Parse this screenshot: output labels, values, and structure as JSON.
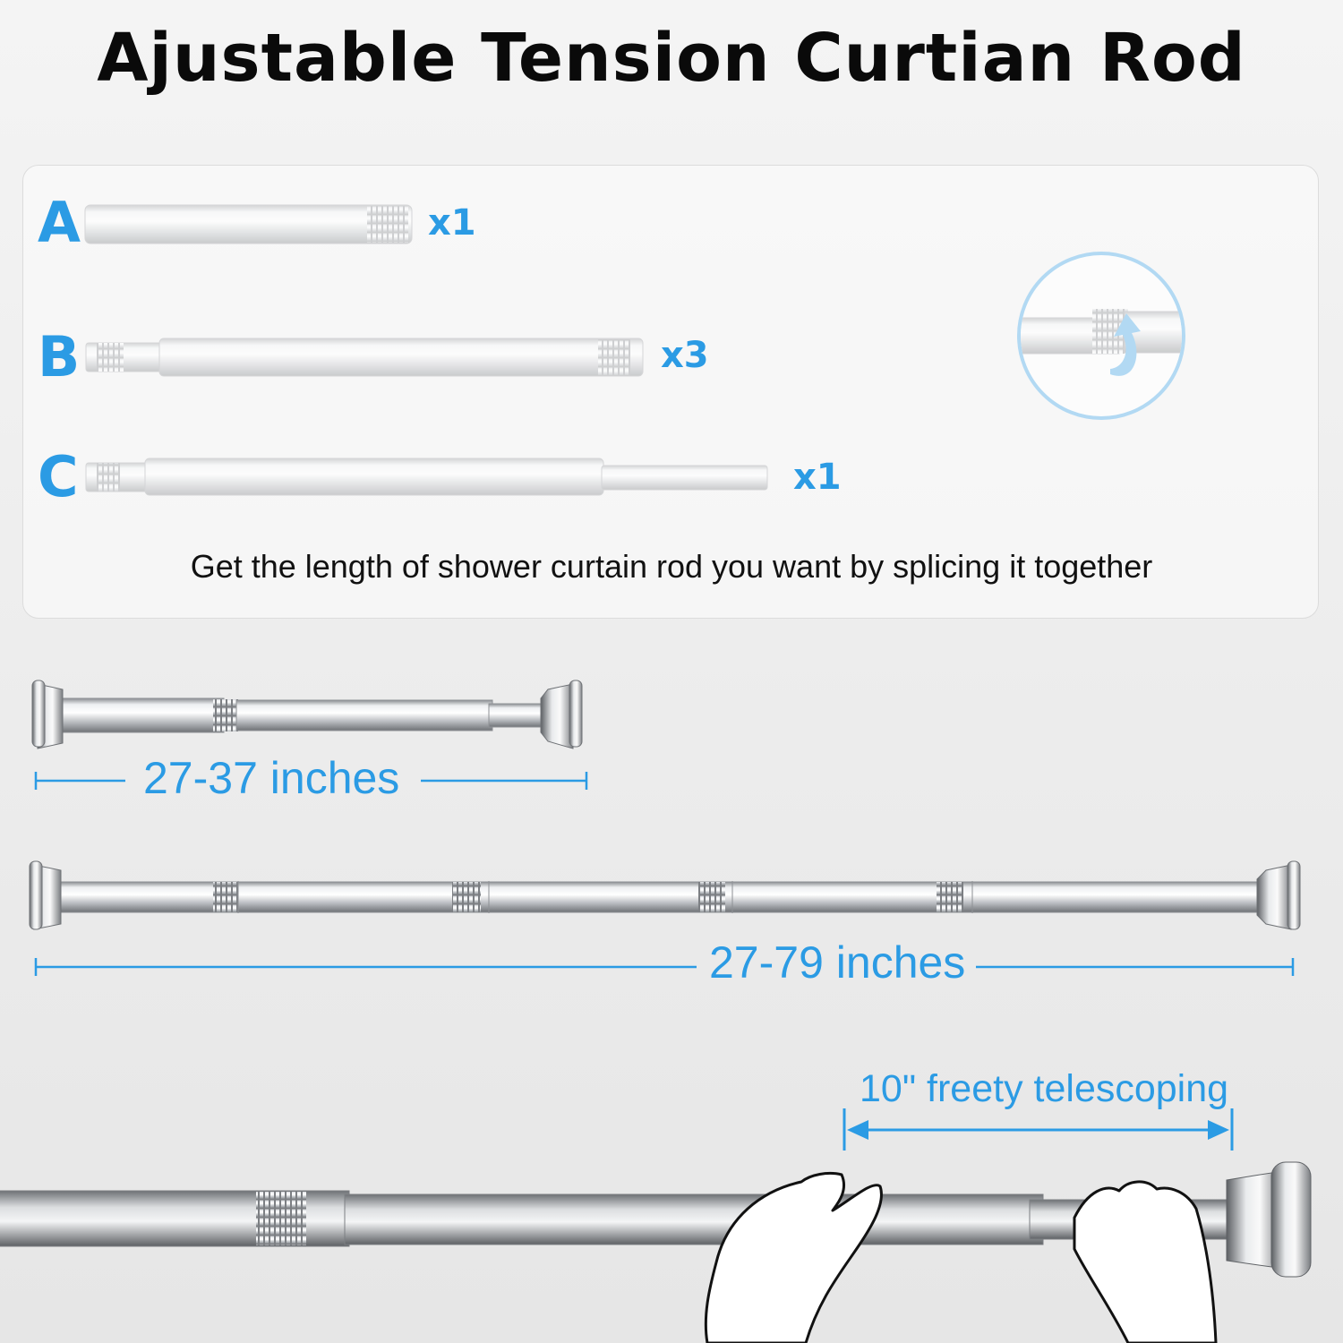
{
  "title": "Ajustable Tension Curtian Rod",
  "parts": [
    {
      "letter": "A",
      "qty": "x1"
    },
    {
      "letter": "B",
      "qty": "x3"
    },
    {
      "letter": "C",
      "qty": "x1"
    }
  ],
  "caption": "Get the length of shower curtain rod you want by splicing it together",
  "short_rod_range": "27-37 inches",
  "long_rod_range": "27-79 inches",
  "telescoping_label": "10\" freety telescoping",
  "colors": {
    "accent": "#2b9be4",
    "title": "#0a0a0a",
    "metal": "#c9cbce"
  },
  "icons": {
    "twist": "rotate-arrow-icon",
    "hand": "hand-icon"
  }
}
